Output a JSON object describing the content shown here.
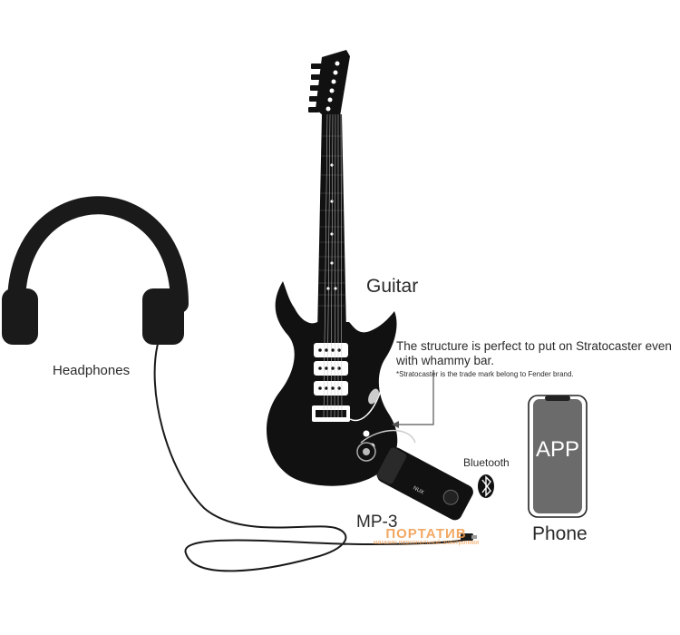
{
  "labels": {
    "guitar": "Guitar",
    "headphones": "Headphones",
    "bluetooth": "Bluetooth",
    "device": "MP-3",
    "phone": "Phone",
    "app": "APP",
    "structure_note": "The structure is perfect to put on Stratocaster even with whammy bar.",
    "trademark_note": "*Stratocaster is the trade mark belong to Fender brand.",
    "device_brand": "NUX"
  },
  "watermark": {
    "name": "ПОРТАТИВ",
    "tagline": "магазин персональной электроники"
  },
  "icons": {
    "bluetooth": "bluetooth-icon",
    "headphones": "headphones-icon",
    "guitar": "guitar-icon",
    "phone": "smartphone-icon"
  },
  "colors": {
    "ink": "#111111",
    "phone_screen": "#6b6b6b",
    "watermark": "#f29a4a"
  }
}
